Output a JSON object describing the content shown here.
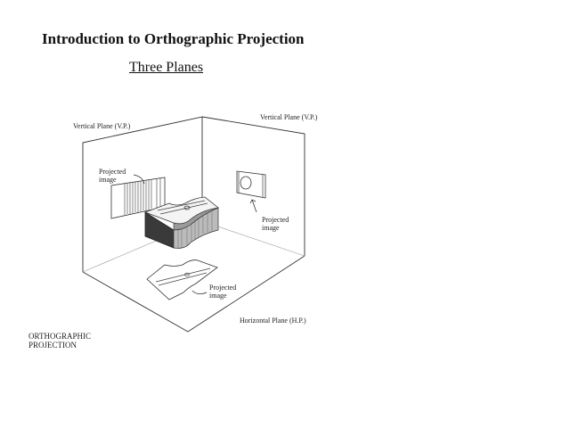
{
  "page": {
    "title": "Introduction to Orthographic Projection",
    "subtitle": "Three Planes"
  },
  "diagram": {
    "labels": {
      "vp_left": "Vertical Plane (V.P.)",
      "vp_right": "Vertical Plane (V.P.)",
      "hp": "Horizontal Plane (H.P.)",
      "projected_left_1": "Projected",
      "projected_left_2": "image",
      "projected_right_1": "Projected",
      "projected_right_2": "image",
      "projected_bottom_1": "Projected",
      "projected_bottom_2": "image"
    },
    "caption_line1": "ORTHOGRAPHIC",
    "caption_line2": "PROJECTION"
  }
}
